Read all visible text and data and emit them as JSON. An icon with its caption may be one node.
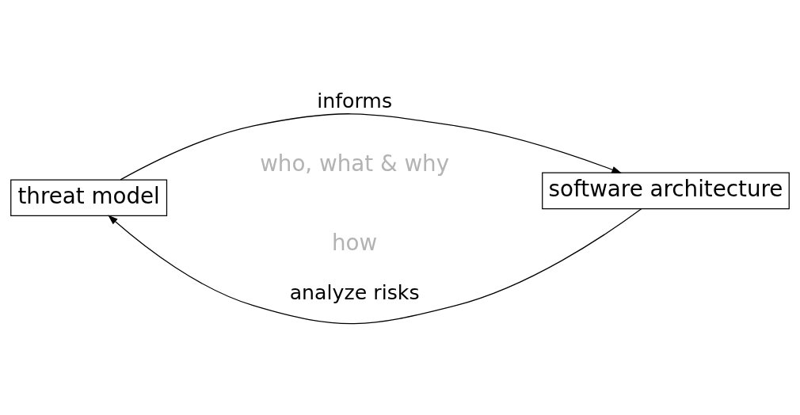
{
  "diagram": {
    "nodes": [
      {
        "text": [
          "threat model"
        ]
      },
      {
        "text": [
          "software architecture"
        ]
      }
    ],
    "edges": [
      {
        "from": 0,
        "to": 1,
        "arrow": "to",
        "label": "informs"
      },
      {
        "from": 1,
        "to": 0,
        "arrow": "to",
        "label": "analyze risks"
      }
    ],
    "labels": [
      "who, what & why",
      "how"
    ]
  }
}
